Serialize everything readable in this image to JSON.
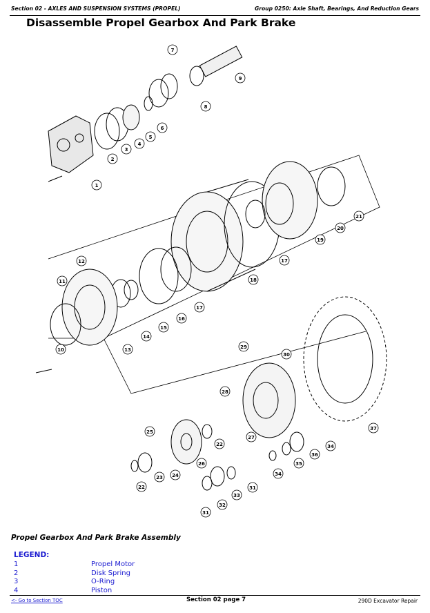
{
  "header": {
    "left": "Section 02 - AXLES AND SUSPENSION SYSTEMS (PROPEL)",
    "right": "Group 0250: Axle Shaft, Bearings, And Reduction Gears"
  },
  "title": "Disassemble Propel Gearbox And Park Brake",
  "callouts": [
    "1",
    "2",
    "3",
    "4",
    "5",
    "6",
    "7",
    "8",
    "9",
    "10",
    "11",
    "12",
    "13",
    "14",
    "15",
    "16",
    "17",
    "18",
    "19",
    "20",
    "21",
    "22",
    "23",
    "24",
    "25",
    "26",
    "27",
    "28",
    "29",
    "30",
    "31",
    "32",
    "33",
    "34",
    "35",
    "36",
    "37"
  ],
  "caption": "Propel Gearbox And Park Brake Assembly",
  "legend": {
    "title": "LEGEND:",
    "items": [
      {
        "num": "1",
        "label": "Propel Motor"
      },
      {
        "num": "2",
        "label": "Disk Spring"
      },
      {
        "num": "3",
        "label": "O-Ring"
      },
      {
        "num": "4",
        "label": "Piston"
      }
    ]
  },
  "footer": {
    "left": "<- Go to Section TOC",
    "middle": "Section 02 page 7",
    "right": "290D Excavator Repair"
  }
}
